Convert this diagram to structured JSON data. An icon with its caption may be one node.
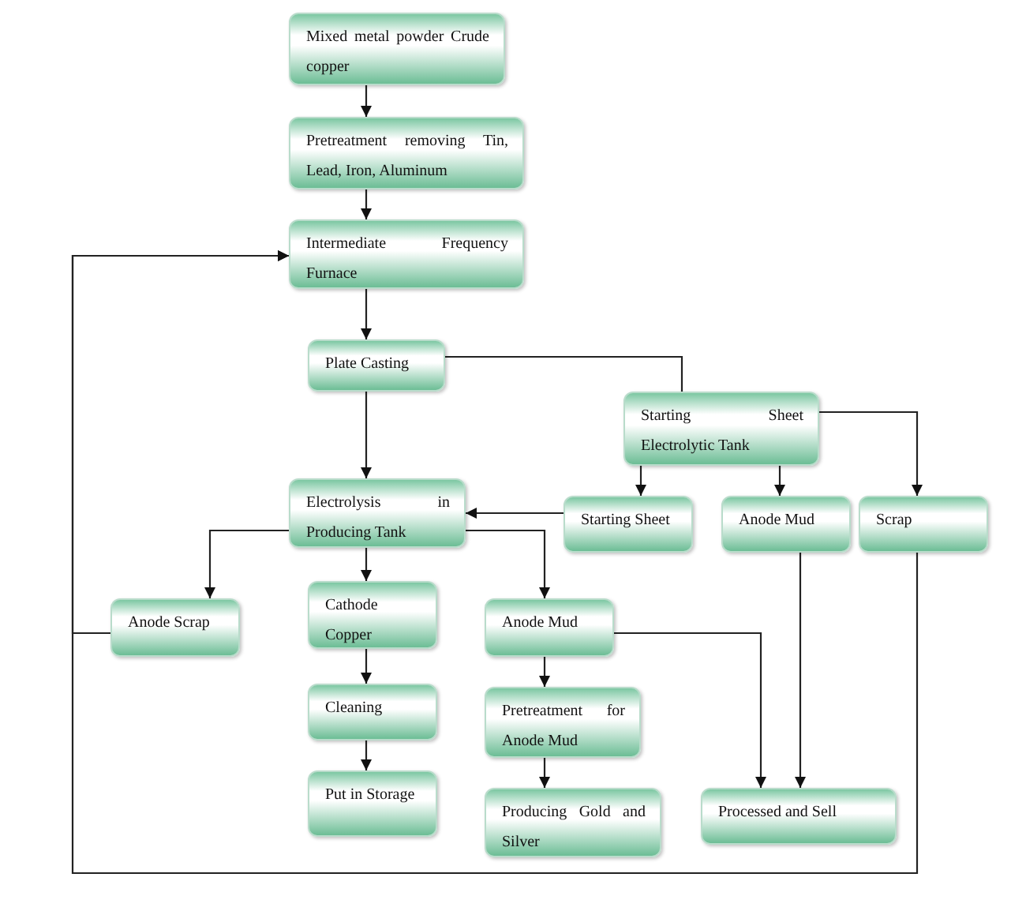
{
  "diagram": {
    "nodes": [
      {
        "text": [
          "Mixed metal powder Crude copper"
        ]
      },
      {
        "text": [
          "Pretreatment removing Tin, Lead, Iron, Aluminum"
        ]
      },
      {
        "text": [
          "Intermediate Frequency Furnace"
        ]
      },
      {
        "text": [
          "Plate Casting"
        ]
      },
      {
        "text": [
          "Starting Sheet Electrolytic Tank"
        ]
      },
      {
        "text": [
          "Electrolysis in Producing Tank"
        ]
      },
      {
        "text": [
          "Starting Sheet"
        ]
      },
      {
        "text": [
          "Anode Mud"
        ]
      },
      {
        "text": [
          "Scrap"
        ]
      },
      {
        "text": [
          "Anode Scrap"
        ]
      },
      {
        "text": [
          "Cathode Copper"
        ]
      },
      {
        "text": [
          "Anode Mud"
        ]
      },
      {
        "text": [
          "Cleaning"
        ]
      },
      {
        "text": [
          "Pretreatment for Anode Mud"
        ]
      },
      {
        "text": [
          "Put in Storage"
        ]
      },
      {
        "text": [
          "Producing Gold and Silver"
        ]
      },
      {
        "text": [
          "Processed and Sell"
        ]
      }
    ],
    "edges": [
      {
        "from": 0,
        "to": 1,
        "arrow": "to"
      },
      {
        "from": 1,
        "to": 2,
        "arrow": "to"
      },
      {
        "from": 2,
        "to": 3,
        "arrow": "to"
      },
      {
        "from": 3,
        "to": 4,
        "arrow": "none"
      },
      {
        "from": 3,
        "to": 5,
        "arrow": "to"
      },
      {
        "from": 4,
        "to": 6,
        "arrow": "to"
      },
      {
        "from": 4,
        "to": 7,
        "arrow": "to"
      },
      {
        "from": 4,
        "to": 8,
        "arrow": "to"
      },
      {
        "from": 6,
        "to": 5,
        "arrow": "to"
      },
      {
        "from": 5,
        "to": 9,
        "arrow": "to"
      },
      {
        "from": 5,
        "to": 10,
        "arrow": "to"
      },
      {
        "from": 5,
        "to": 11,
        "arrow": "to"
      },
      {
        "from": 9,
        "to": 2,
        "arrow": "to"
      },
      {
        "from": 8,
        "to": 2,
        "arrow": "to"
      },
      {
        "from": 10,
        "to": 12,
        "arrow": "to"
      },
      {
        "from": 12,
        "to": 14,
        "arrow": "to"
      },
      {
        "from": 11,
        "to": 13,
        "arrow": "to"
      },
      {
        "from": 13,
        "to": 15,
        "arrow": "to"
      },
      {
        "from": 11,
        "to": 16,
        "arrow": "to"
      },
      {
        "from": 7,
        "to": 16,
        "arrow": "to"
      }
    ]
  }
}
